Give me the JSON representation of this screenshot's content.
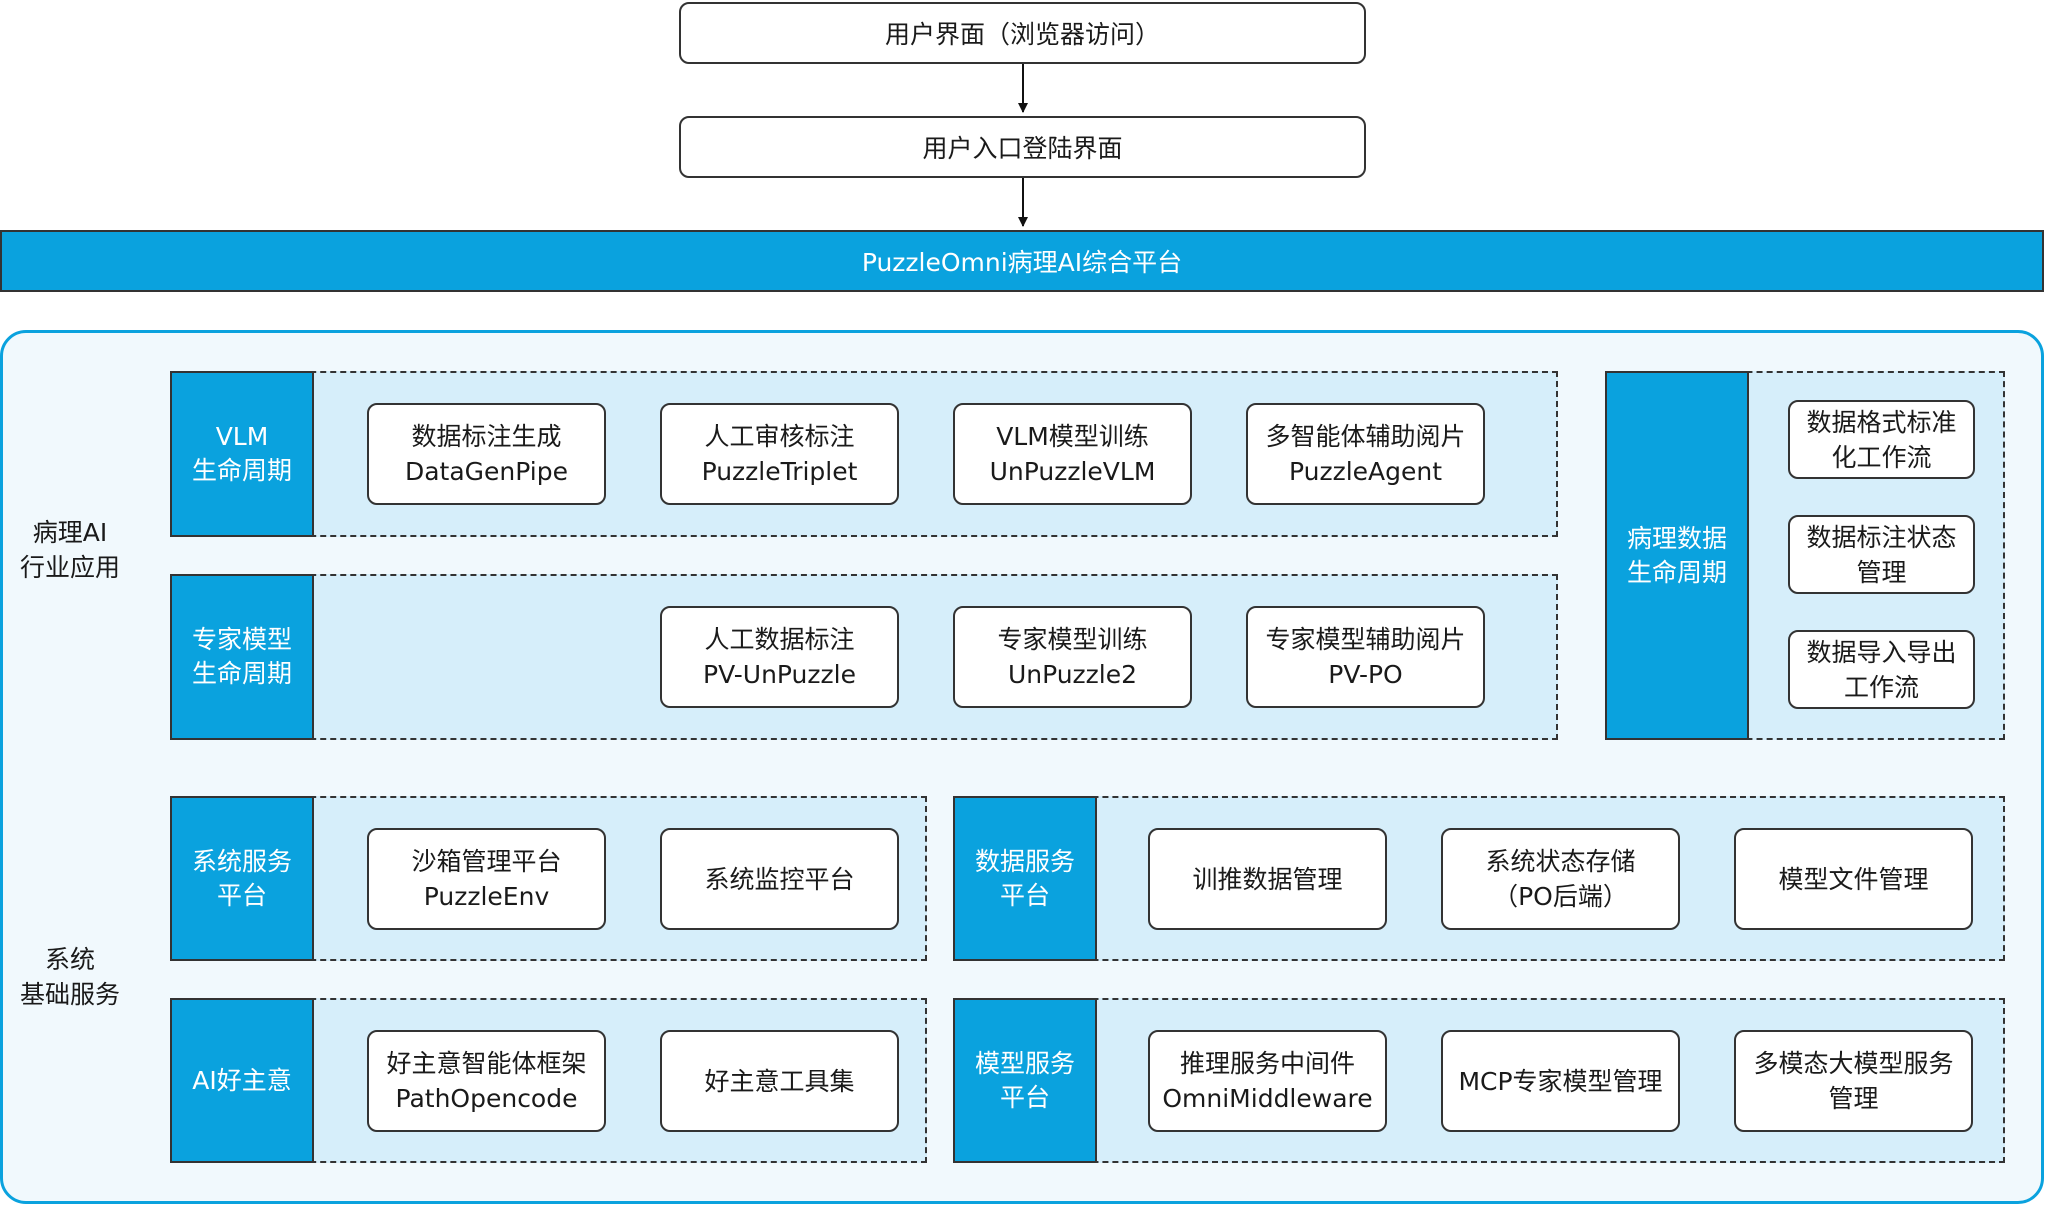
{
  "top": {
    "browser": "用户界面（浏览器访问）",
    "login": "用户入口登陆界面",
    "platform": "PuzzleOmni病理AI综合平台"
  },
  "section_labels": {
    "industry": [
      "病理AI",
      "行业应用"
    ],
    "base": [
      "系统",
      "基础服务"
    ]
  },
  "vlm": {
    "tag": [
      "VLM",
      "生命周期"
    ],
    "nodes": [
      [
        "数据标注生成",
        "DataGenPipe"
      ],
      [
        "人工审核标注",
        "PuzzleTriplet"
      ],
      [
        "VLM模型训练",
        "UnPuzzleVLM"
      ],
      [
        "多智能体辅助阅片",
        "PuzzleAgent"
      ]
    ]
  },
  "expert": {
    "tag": [
      "专家模型",
      "生命周期"
    ],
    "nodes": [
      [
        "人工数据标注",
        "PV-UnPuzzle"
      ],
      [
        "专家模型训练",
        "UnPuzzle2"
      ],
      [
        "专家模型辅助阅片",
        "PV-PO"
      ]
    ]
  },
  "pathdata": {
    "tag": [
      "病理数据",
      "生命周期"
    ],
    "nodes": [
      [
        "数据格式标准",
        "化工作流"
      ],
      [
        "数据标注状态",
        "管理"
      ],
      [
        "数据导入导出",
        "工作流"
      ]
    ]
  },
  "sysservice": {
    "tag": [
      "系统服务",
      "平台"
    ],
    "nodes": [
      [
        "沙箱管理平台",
        "PuzzleEnv"
      ],
      [
        "系统监控平台"
      ]
    ]
  },
  "dataservice": {
    "tag": [
      "数据服务",
      "平台"
    ],
    "nodes": [
      [
        "训推数据管理"
      ],
      [
        "系统状态存储",
        "（PO后端）"
      ],
      [
        "模型文件管理"
      ]
    ]
  },
  "aigood": {
    "tag": [
      "AI好主意"
    ],
    "nodes": [
      [
        "好主意智能体框架",
        "PathOpencode"
      ],
      [
        "好主意工具集"
      ]
    ]
  },
  "modelservice": {
    "tag": [
      "模型服务",
      "平台"
    ],
    "nodes": [
      [
        "推理服务中间件",
        "OmniMiddleware"
      ],
      [
        "MCP专家模型管理"
      ],
      [
        "多模态大模型服务",
        "管理"
      ]
    ]
  },
  "colors": {
    "accent": "#0aa2de",
    "panel": "#d6eefa",
    "outer_bg": "#f1f9fd",
    "stroke": "#333333"
  }
}
